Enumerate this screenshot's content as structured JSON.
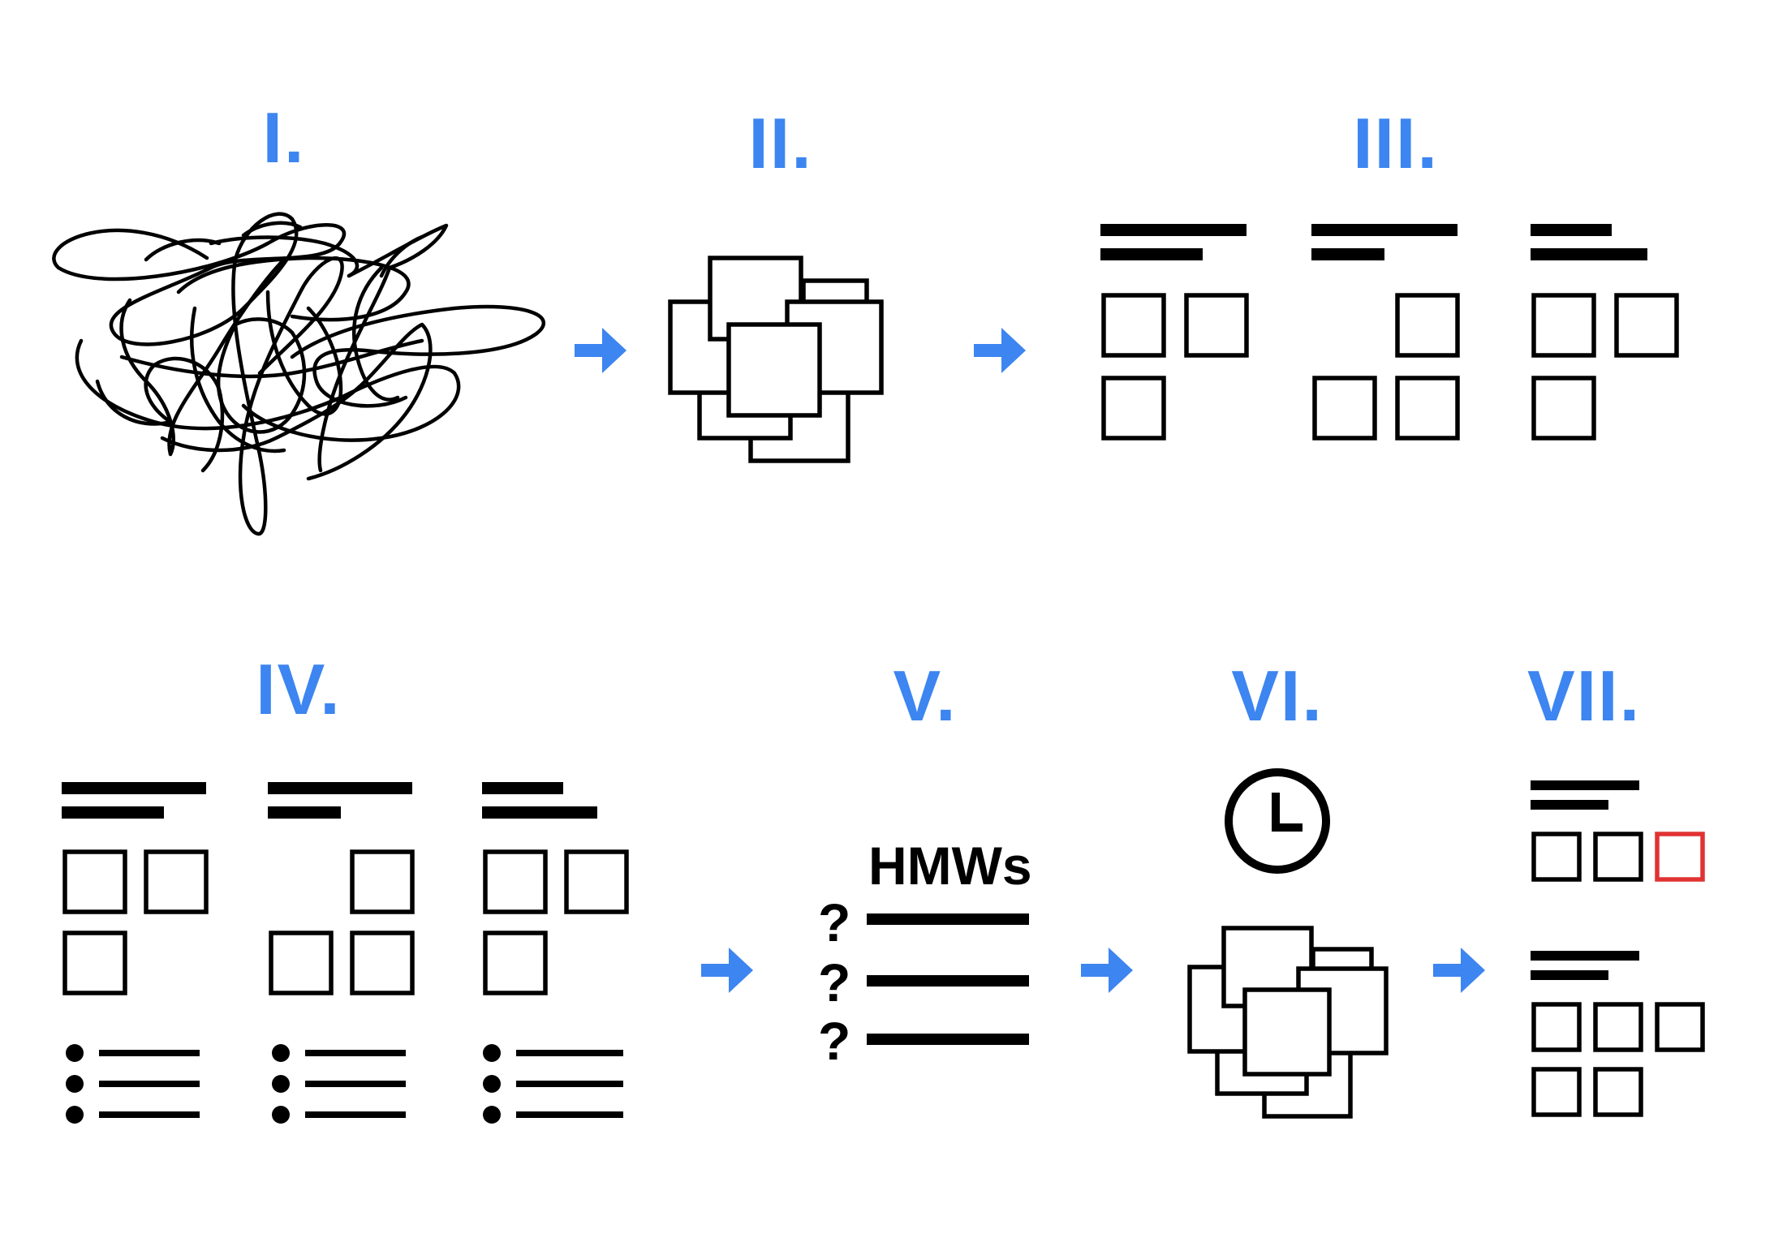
{
  "colors": {
    "numeral": "#3d85f0",
    "arrow": "#3d85f0",
    "ink": "#000000",
    "highlight": "#e03232",
    "background": "#ffffff"
  },
  "steps": [
    {
      "numeral": "I.",
      "icon": "scribble-icon"
    },
    {
      "numeral": "II.",
      "icon": "overlapping-cards-icon"
    },
    {
      "numeral": "III.",
      "icon": "sketch-layouts-icon"
    },
    {
      "numeral": "IV.",
      "icon": "sketch-layouts-with-lists-icon"
    },
    {
      "numeral": "V.",
      "icon": "hmw-questions-icon"
    },
    {
      "numeral": "VI.",
      "icon": "clock-icon"
    },
    {
      "numeral": "VII.",
      "icon": "final-layouts-icon"
    }
  ],
  "hmw": {
    "label": "HMWs",
    "marker": "?"
  }
}
